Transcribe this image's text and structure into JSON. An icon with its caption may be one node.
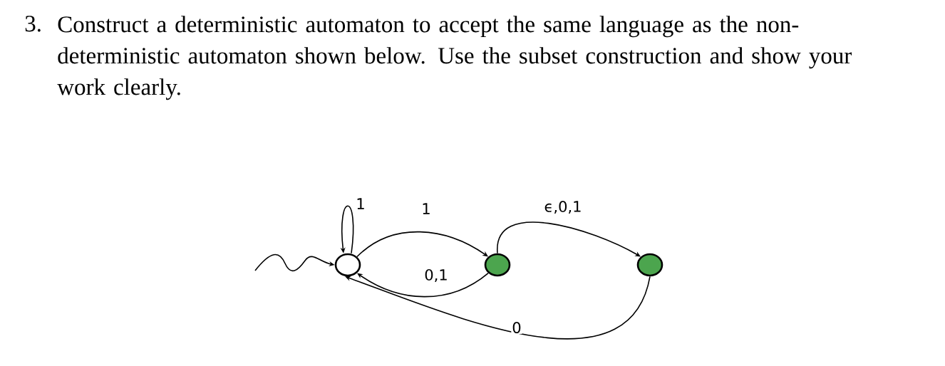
{
  "diagram": {
    "title": "Construct a deterministic automaton to accept the same language as the non-deterministic automaton shown below. Use the subset construction and show your work clearly.",
    "nodes": [
      {
        "text": [],
        "shape": "circle"
      },
      {
        "text": [],
        "shape": "circle"
      },
      {
        "text": [],
        "shape": "circle"
      }
    ],
    "edges": [
      {
        "from": null,
        "to": 0,
        "arrow": "to"
      },
      {
        "from": 0,
        "to": 0,
        "arrow": "to",
        "label": "1"
      },
      {
        "from": 0,
        "to": 1,
        "arrow": "to",
        "label": "1"
      },
      {
        "from": 1,
        "to": 0,
        "arrow": "to",
        "label": "0,1"
      },
      {
        "from": 1,
        "to": 2,
        "arrow": "to",
        "label": "ϵ,0,1"
      },
      {
        "from": 2,
        "to": 0,
        "arrow": "to",
        "label": "0"
      }
    ],
    "labels": [
      "3."
    ]
  }
}
